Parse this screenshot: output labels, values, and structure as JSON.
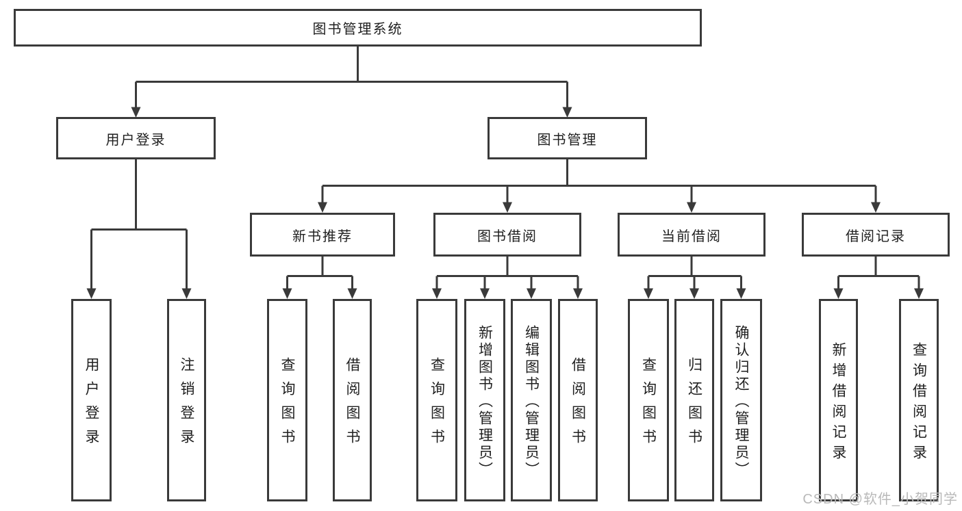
{
  "diagram": {
    "root": {
      "label": "图书管理系统"
    },
    "level2": {
      "user_login": {
        "label": "用户登录"
      },
      "book_management": {
        "label": "图书管理"
      }
    },
    "level3": {
      "new_book_recommend": {
        "label": "新书推荐"
      },
      "book_borrowing": {
        "label": "图书借阅"
      },
      "current_borrowing": {
        "label": "当前借阅"
      },
      "borrowing_records": {
        "label": "借阅记录"
      }
    },
    "leaves": {
      "user_login": [
        {
          "label": "用户登录"
        },
        {
          "label": "注销登录"
        }
      ],
      "new_book_recommend": [
        {
          "label": "查询图书"
        },
        {
          "label": "借阅图书"
        }
      ],
      "book_borrowing": [
        {
          "label": "查询图书"
        },
        {
          "label": "新增图书（管理员）"
        },
        {
          "label": "编辑图书（管理员）"
        },
        {
          "label": "借阅图书"
        }
      ],
      "current_borrowing": [
        {
          "label": "查询图书"
        },
        {
          "label": "归还图书"
        },
        {
          "label": "确认归还（管理员）"
        }
      ],
      "borrowing_records": [
        {
          "label": "新增借阅记录"
        },
        {
          "label": "查询借阅记录"
        }
      ]
    }
  },
  "watermark": {
    "text": "CSDN @软件_小贺同学"
  },
  "colors": {
    "line": "#3a3a3a",
    "box_border": "#3a3a3a",
    "text": "#1f1f1f",
    "background": "#ffffff",
    "watermark": "#b9b9b9"
  }
}
